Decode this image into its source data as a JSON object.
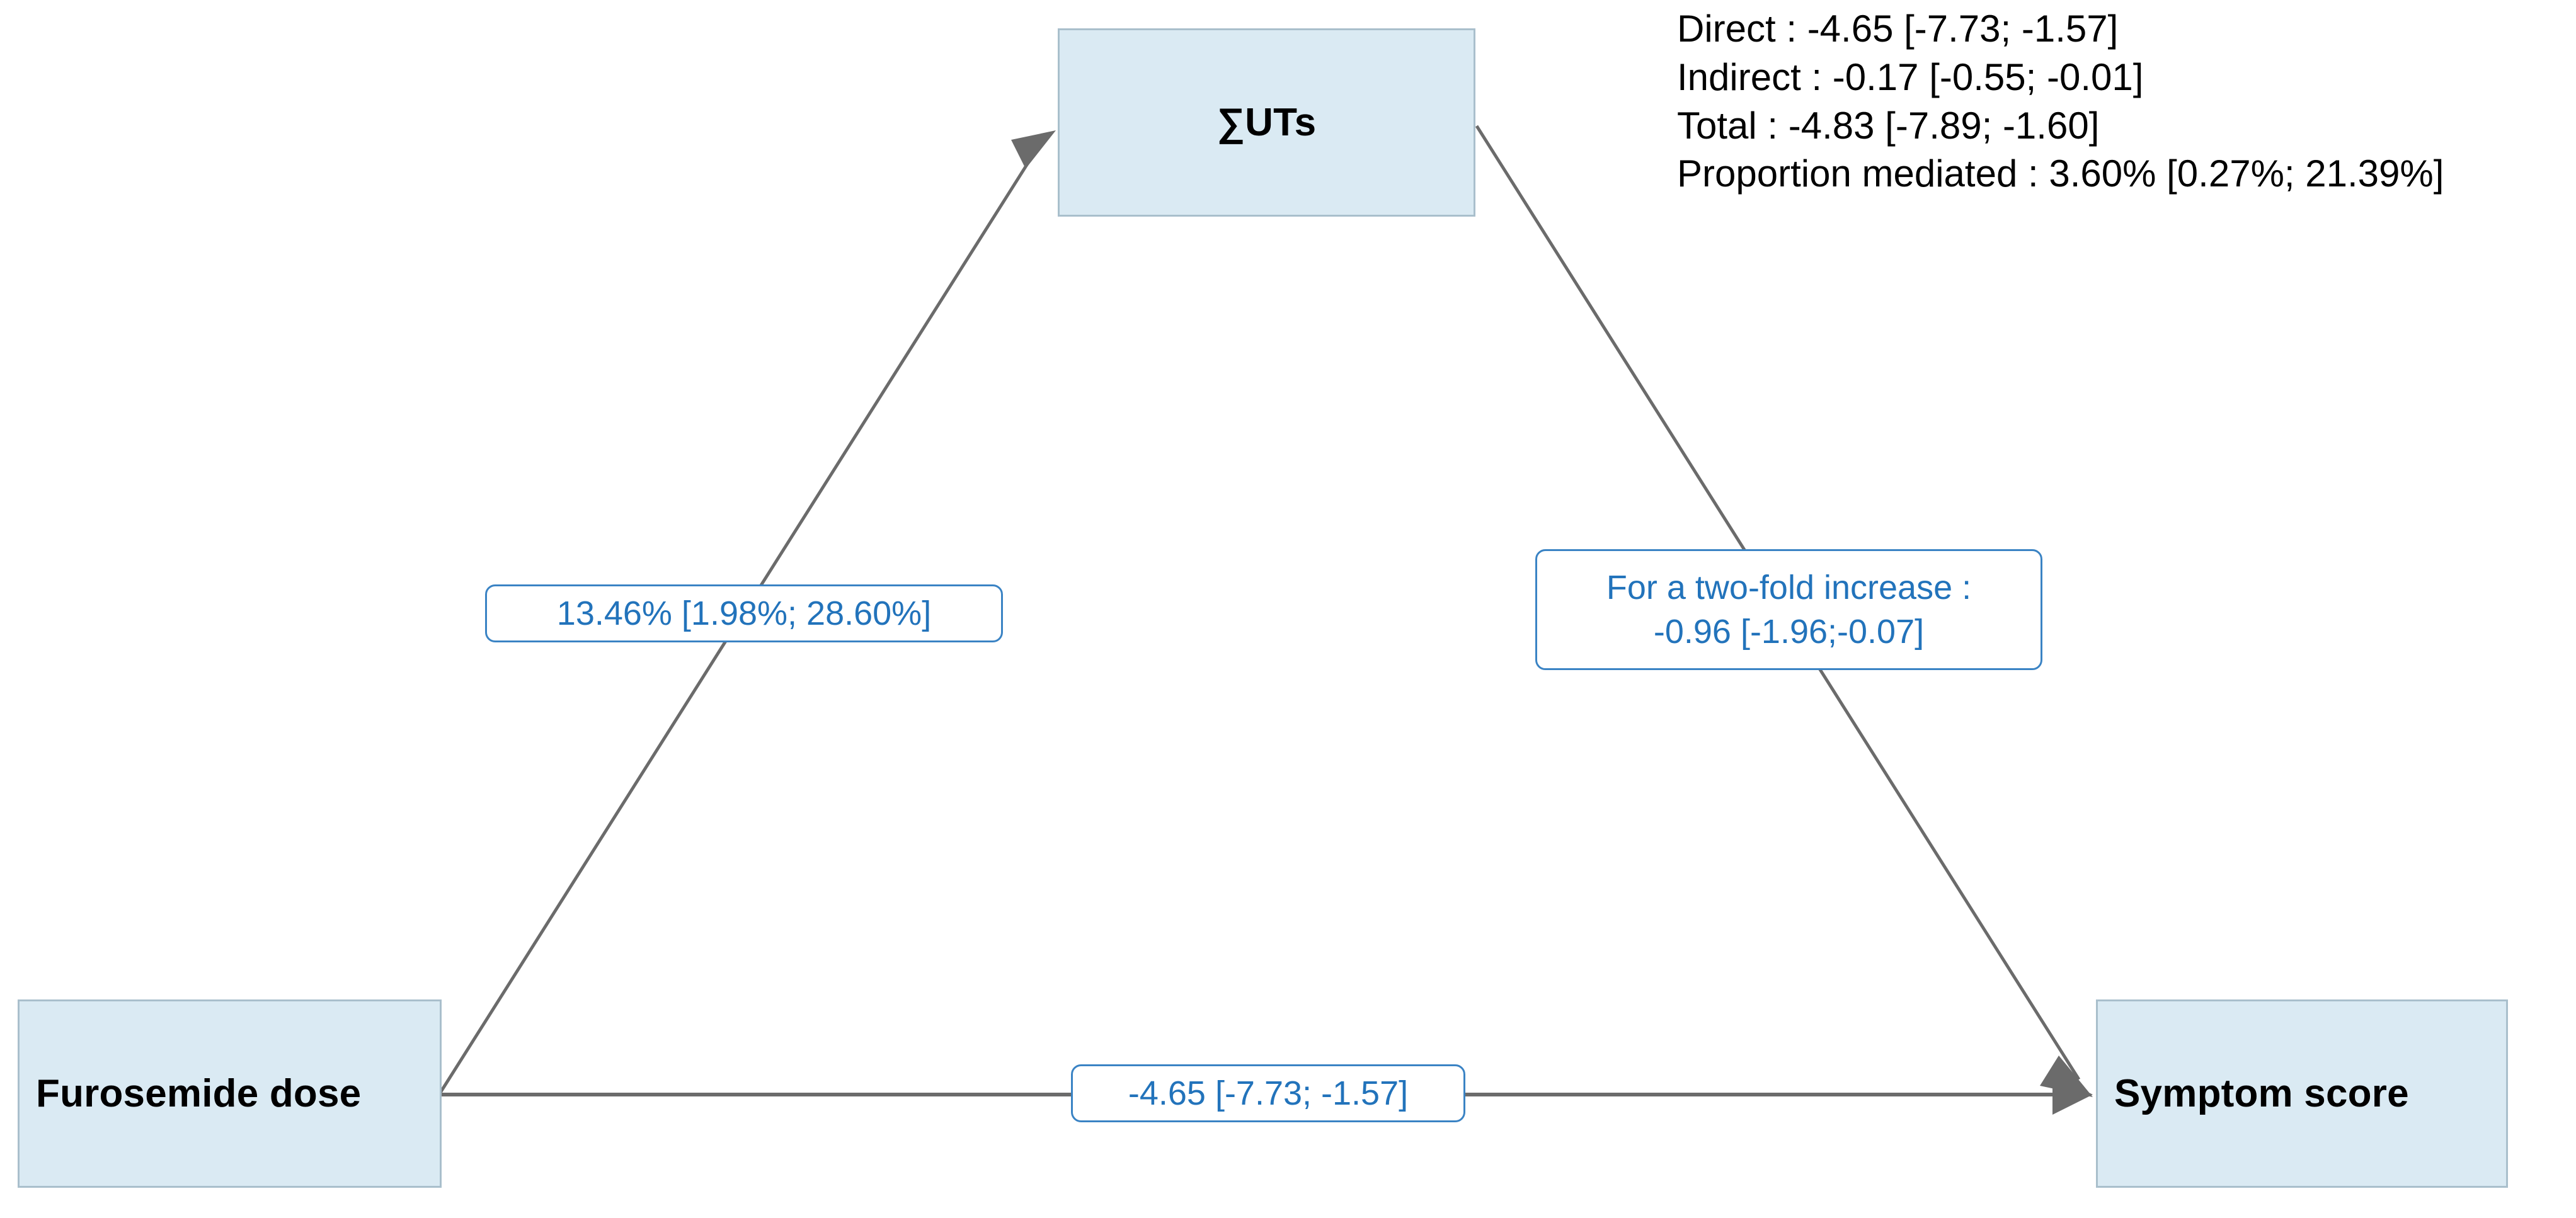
{
  "diagram": {
    "type": "mediation-path-diagram",
    "nodes": {
      "exposure": {
        "label": "Furosemide dose"
      },
      "mediator": {
        "label": "∑UTs"
      },
      "outcome": {
        "label": "Symptom score"
      }
    },
    "edges": {
      "exposure_to_mediator": {
        "label": "13.46% [1.98%; 28.60%]",
        "estimate": 13.46,
        "ci_low": 1.98,
        "ci_high": 28.6,
        "units": "%"
      },
      "mediator_to_outcome": {
        "line1": "For a two-fold increase :",
        "line2": "-0.96 [-1.96;-0.07]",
        "estimate": -0.96,
        "ci_low": -1.96,
        "ci_high": -0.07
      },
      "exposure_to_outcome": {
        "label": "-4.65 [-7.73; -1.57]",
        "estimate": -4.65,
        "ci_low": -7.73,
        "ci_high": -1.57
      }
    },
    "legend": {
      "direct": "Direct : -4.65 [-7.73; -1.57]",
      "indirect": "Indirect : -0.17 [-0.55; -0.01]",
      "total": "Total : -4.83 [-7.89; -1.60]",
      "proportion_mediated": "Proportion mediated : 3.60% [0.27%; 21.39%]"
    },
    "colors": {
      "node_fill": "#daeaf3",
      "node_border": "#a9bfcc",
      "edge_line": "#6b6b6b",
      "label_blue": "#2273bb",
      "label_border": "#3a83c4",
      "legend_text": "#000000"
    }
  }
}
